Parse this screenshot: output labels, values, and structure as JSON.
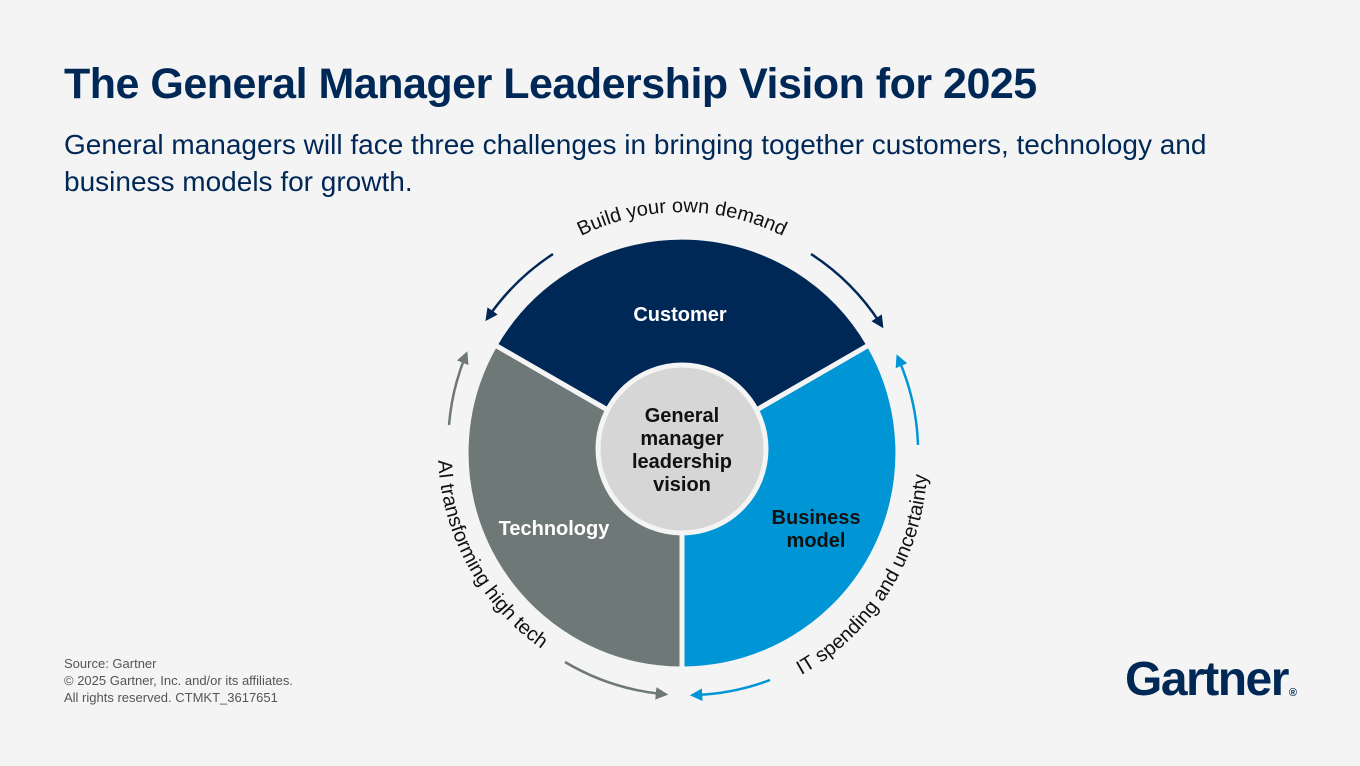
{
  "header": {
    "title": "The General Manager Leadership Vision for 2025",
    "subtitle": "General managers will face three challenges in bringing together customers, technology and business models for growth."
  },
  "diagram": {
    "center": [
      "General",
      "manager",
      "leadership",
      "vision"
    ],
    "segments": {
      "customer": {
        "label": [
          "Customer"
        ],
        "color": "#002856"
      },
      "technology": {
        "label": [
          "Technology"
        ],
        "color": "#6e7877"
      },
      "business_model": {
        "label": [
          "Business",
          "model"
        ],
        "color": "#0096d6"
      }
    },
    "arcs": {
      "top": "Build your own demand",
      "left": "AI transforming high tech",
      "right": "IT spending and uncertainty"
    }
  },
  "footer": {
    "source": "Source: Gartner",
    "copyright": "© 2025 Gartner, Inc. and/or its affiliates.",
    "rights": "All rights reserved. CTMKT_3617651",
    "logo": "Gartner",
    "logo_mark": "®"
  }
}
